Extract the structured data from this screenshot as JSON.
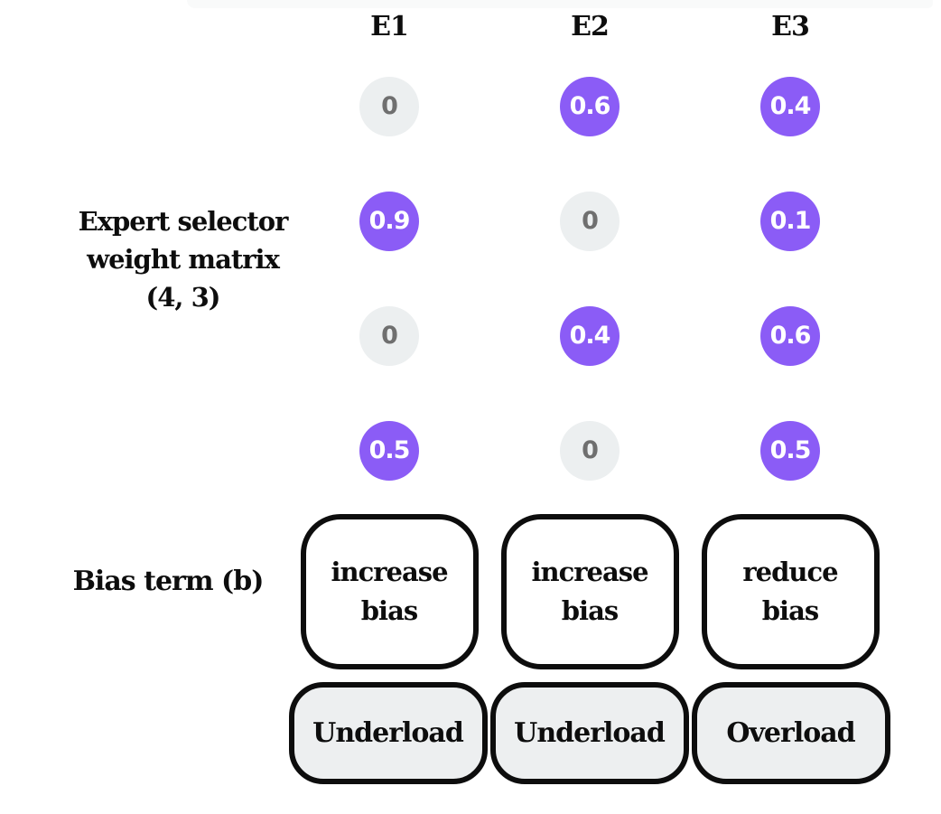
{
  "columns": [
    "E1",
    "E2",
    "E3"
  ],
  "matrix": {
    "label_lines": [
      "Expert selector",
      "weight matrix",
      "(4, 3)"
    ],
    "rows": [
      [
        "0",
        "0.6",
        "0.4"
      ],
      [
        "0.9",
        "0",
        "0.1"
      ],
      [
        "0",
        "0.4",
        "0.6"
      ],
      [
        "0.5",
        "0",
        "0.5"
      ]
    ]
  },
  "bias": {
    "label": "Bias term (b)",
    "boxes": [
      "increase bias",
      "increase bias",
      "reduce bias"
    ]
  },
  "load": {
    "boxes": [
      "Underload",
      "Underload",
      "Overload"
    ]
  },
  "colors": {
    "active_circle": "#8B5CF6",
    "active_text": "#FFFFFF",
    "zero_circle": "#ECEFF0",
    "zero_text": "#6F6F6F",
    "load_box_fill": "#EDEFF0",
    "box_border": "#0D0D0D"
  }
}
